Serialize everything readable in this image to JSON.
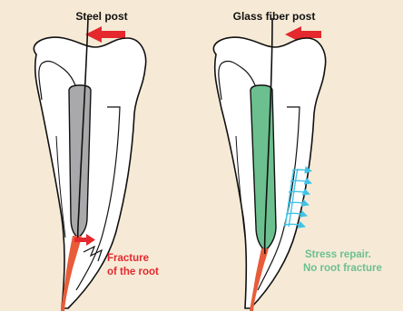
{
  "colors": {
    "background": "#f6ead6",
    "steel_post": "#a9a9ab",
    "fiber_post": "#6cc08f",
    "pulp_tip": "#e85c3a",
    "arrow_red": "#e4282e",
    "stress_arrows": "#40c3e6",
    "text_red": "#e4282e",
    "text_green": "#6cc08f"
  },
  "left_panel": {
    "title": "Steel post",
    "note_line1": "Fracture",
    "note_line2": "of the root"
  },
  "right_panel": {
    "title": "Glass fiber post",
    "note_line1": "Stress repair.",
    "note_line2": "No root fracture"
  }
}
